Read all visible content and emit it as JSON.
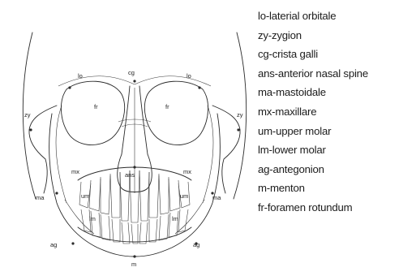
{
  "legend": [
    "lo-laterial orbitale",
    "zy-zygion",
    "cg-crista galli",
    "ans-anterior nasal spine",
    "ma-mastoidale",
    "mx-maxillare",
    "um-upper molar",
    "lm-lower molar",
    "ag-antegonion",
    "m-menton",
    "fr-foramen rotundum"
  ],
  "labels": {
    "lo_left": "lo",
    "lo_right": "lo",
    "cg": "cg",
    "zy_left": "zy",
    "zy_right": "zy",
    "fr_left": "fr",
    "fr_right": "fr",
    "ans": "ans",
    "mx_left": "mx",
    "mx_right": "mx",
    "ma_left": "ma",
    "ma_right": "ma",
    "um_left": "um",
    "um_right": "um",
    "lm_left": "lm",
    "lm_right": "lm",
    "ag_left": "ag",
    "ag_right": "ag",
    "m": "m"
  }
}
